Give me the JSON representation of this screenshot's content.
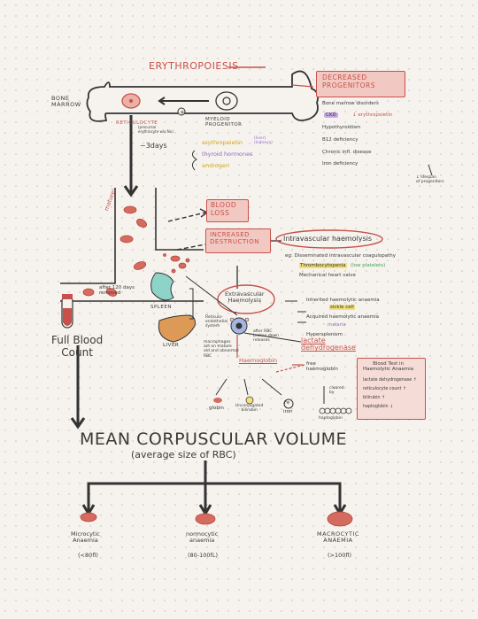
{
  "colors": {
    "red": "#c8504a",
    "pink": "#f2c9c2",
    "yellow": "#f2e07a",
    "purple": "#8f6fc7",
    "green": "#7fc48a",
    "orange": "#e39a3c",
    "teal": "#7fcfc5"
  },
  "erythropoiesis": "Erythropoiesis",
  "bone_marrow": "Bone\nMarrow",
  "reticulocyte": "Reticulocyte",
  "reticulocyte_note": "(precursor\nerythrocyte w/o Nu)",
  "myeloid_progenitor": "Myeloid\nProgenitor",
  "erythropoietin": "erythropoietin",
  "erythropoietin_src": "(liver)\n(kidneys)",
  "thyroid_hormones": "thyroid hormones",
  "androgen": "androgen",
  "three_days": "~3days",
  "mature": "mature!",
  "decreased_progenitors": "Decreased\nProgenitors",
  "dec_items": [
    "Bone marrow disorders",
    "CKD",
    "↓ erythropoietin",
    "Hypothyroidism",
    "B12 deficiency",
    "Chronic infl. disease",
    "Iron deficiency"
  ],
  "dec_note": "↓ lifespan\nof progenitors",
  "blood_loss": "Blood\nLoss",
  "increased_destruction": "Increased\nDestruction",
  "intravascular": "Intravascular haemolysis",
  "intra_eg": "eg: Disseminated intravascular coagulopathy",
  "thrombocytopenia": "Thrombocytopenia",
  "low_platelets": "(low platelets)",
  "mech_heart": "Mechanical heart valve",
  "extravascular": "Extravascular\nHaemolysis",
  "extra_items": [
    "Inherited haemolytic anaemia",
    "sickle cell",
    "Acquired haemolytic anaemia",
    "malaria",
    "Hypersplenism"
  ],
  "after_120": "after 120 days\nremoved",
  "spleen": "Spleen",
  "liver": "Liver",
  "reticulo": "Reticulo-\nendothelial\nsystem",
  "macrophages": "macrophages\nact on mature\nold and abnormal\nRBC",
  "after_rbc": "after RBC\nbroken down\nreleases",
  "releases": "releases",
  "lactate": "lactate\ndehydrogenase",
  "haemoglobin": "Haemoglobin",
  "globin": "globin",
  "unconj": "Unconjugated\nbilirubin",
  "iron": "iron",
  "fe": "Fe",
  "free_hb": "free\nhaemoglobin",
  "cleared": "cleared\nby",
  "haptoglobin": "haptoglobin",
  "blood_test_title": "Blood Test in\nHaemolytic Anaemia",
  "blood_test_items": [
    "lactate dehydrogenase ↑",
    "reticulocyte count ↑",
    "bilirubin ↑",
    "haptoglobin ↓"
  ],
  "fbc": "Full Blood\nCount",
  "mcv": "Mean Corpuscular Volume",
  "mcv_sub": "(average size of RBC)",
  "micro": "Microcytic\nAnaemia",
  "micro_range": "(<80fl)",
  "normo": "normocytic\nanaemia",
  "normo_range": "(80-100fL)",
  "macro": "Macrocytic\nAnaemia",
  "macro_range": "(>100fl)"
}
